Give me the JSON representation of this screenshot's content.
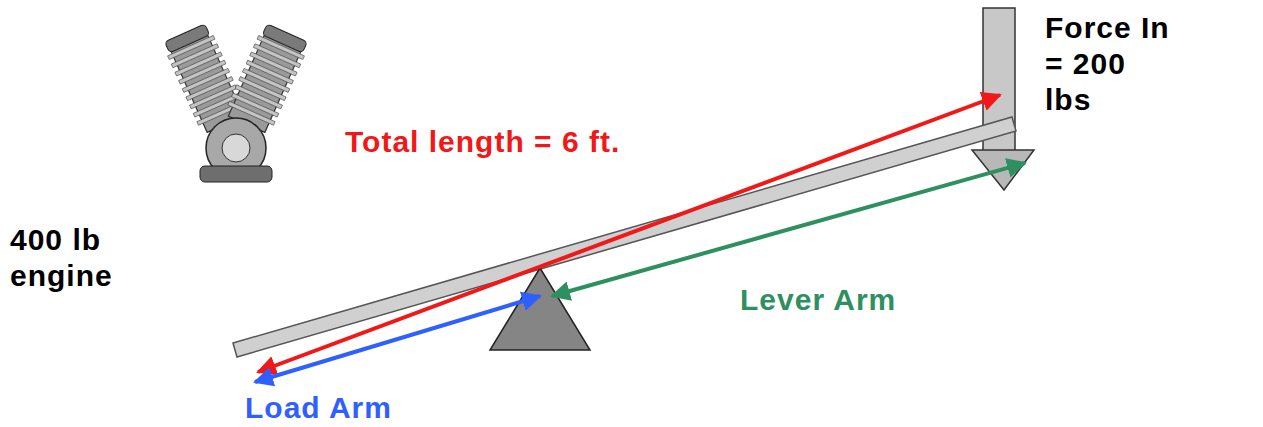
{
  "diagram": {
    "labels": [
      "Force In = 200 lbs",
      "Total length = 6 ft.",
      "400 lb engine",
      "Lever Arm",
      "Load Arm"
    ]
  }
}
